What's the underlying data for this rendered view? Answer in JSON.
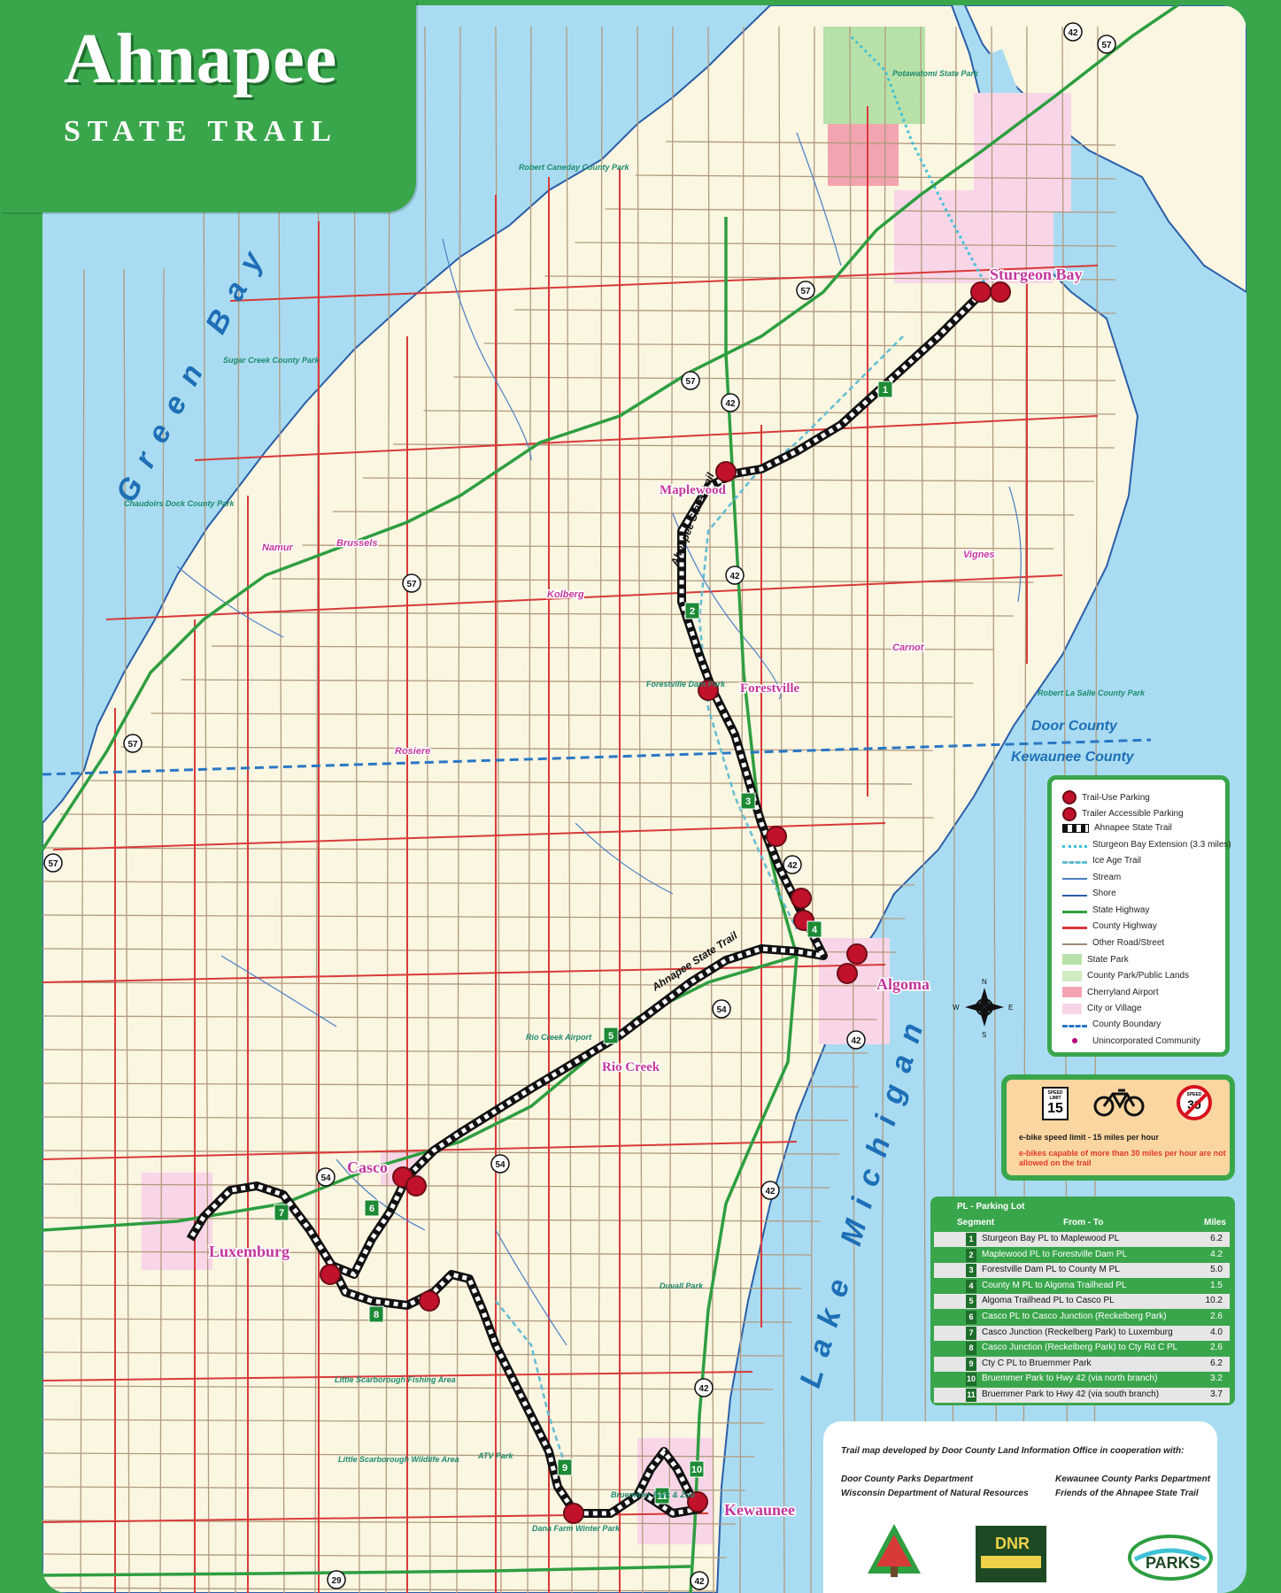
{
  "title": {
    "main": "Ahnapee",
    "sub": "STATE TRAIL"
  },
  "colors": {
    "frame_green": "#3aa64c",
    "water": "#a9dcf2",
    "land": "#faf6e1",
    "trail_black": "#111111",
    "state_hwy": "#2e9e40",
    "county_hwy": "#d83a3a",
    "town_label": "#c4379c",
    "water_label": "#1e6fb6",
    "parking_red": "#c2122b"
  },
  "water_labels": {
    "green_bay": "Green Bay",
    "lake_michigan": "Lake Michigan"
  },
  "towns": [
    {
      "name": "Sturgeon Bay",
      "size": "large"
    },
    {
      "name": "Maplewood",
      "size": "medium"
    },
    {
      "name": "Forestville",
      "size": "medium"
    },
    {
      "name": "Algoma",
      "size": "large"
    },
    {
      "name": "Rio Creek",
      "size": "medium"
    },
    {
      "name": "Casco",
      "size": "large"
    },
    {
      "name": "Luxemburg",
      "size": "large"
    },
    {
      "name": "Kewaunee",
      "size": "large"
    },
    {
      "name": "Brussels",
      "size": "small"
    },
    {
      "name": "Kolberg",
      "size": "small"
    },
    {
      "name": "Carnot",
      "size": "small"
    },
    {
      "name": "Vignes",
      "size": "small"
    },
    {
      "name": "Namur",
      "size": "small"
    },
    {
      "name": "Rosiere",
      "size": "small"
    }
  ],
  "county_labels": {
    "north": "Door County",
    "south": "Kewaunee County"
  },
  "trail_labels": [
    "Ahnapee State Trail",
    "Ahnapee State Trail"
  ],
  "park_labels": [
    "Potawatomi State Park",
    "Robert Caneday County Park",
    "Sugar Creek County Park",
    "Chaudoirs Dock County Park",
    "Forestville Dam Park",
    "Robert La Salle County Park",
    "Little Scarborough Fishing Area",
    "Little Scarborough Wildlife Area",
    "Rio Creek Airport",
    "ATV Park",
    "Duvall Park",
    "Bruemmer Park & Zoo",
    "Dana Farm Winter Park"
  ],
  "highway_shields": [
    "42",
    "57",
    "54",
    "29"
  ],
  "segment_markers": [
    "1",
    "2",
    "3",
    "4",
    "5",
    "6",
    "7",
    "8",
    "9",
    "10",
    "11"
  ],
  "legend": {
    "items": [
      {
        "symbol": "dot",
        "label": "Trail-Use Parking"
      },
      {
        "symbol": "dot",
        "label": "Trailer Accessible Parking"
      },
      {
        "symbol": "trail",
        "label": "Ahnapee State Trail"
      },
      {
        "symbol": "ext",
        "label": "Sturgeon Bay Extension (3.3 miles)"
      },
      {
        "symbol": "iceage",
        "label": "Ice Age Trail"
      },
      {
        "symbol": "stream",
        "label": "Stream"
      },
      {
        "symbol": "shore",
        "label": "Shore"
      },
      {
        "symbol": "shwy",
        "label": "State Highway"
      },
      {
        "symbol": "chwy",
        "label": "County Highway"
      },
      {
        "symbol": "road",
        "label": "Other Road/Street"
      },
      {
        "symbol": "park",
        "label": "State Park"
      },
      {
        "symbol": "lands",
        "label": "County Park/Public Lands"
      },
      {
        "symbol": "airport",
        "label": "Cherryland Airport"
      },
      {
        "symbol": "city",
        "label": "City or Village"
      },
      {
        "symbol": "boundary",
        "label": "County Boundary"
      },
      {
        "symbol": "uninc",
        "label": "Unincorporated Community"
      }
    ]
  },
  "speed": {
    "sign_label": "SPEED LIMIT",
    "sign_value": "15",
    "no_sign_label": "SPEED",
    "no_sign_value": "30",
    "line1": "e-bike speed limit - 15 miles per hour",
    "line2": "e-bikes capable of more than 30 miles per hour are not allowed on the trail"
  },
  "segments": {
    "caption": "PL - Parking Lot",
    "headers": {
      "segment": "Segment",
      "from_to": "From - To",
      "miles": "Miles"
    },
    "rows": [
      {
        "n": "1",
        "name": "Sturgeon Bay PL to Maplewood PL",
        "miles": "6.2"
      },
      {
        "n": "2",
        "name": "Maplewood PL to Forestville Dam PL",
        "miles": "4.2"
      },
      {
        "n": "3",
        "name": "Forestville Dam PL to County M PL",
        "miles": "5.0"
      },
      {
        "n": "4",
        "name": "County M PL to Algoma Trailhead PL",
        "miles": "1.5"
      },
      {
        "n": "5",
        "name": "Algoma Trailhead PL to Casco PL",
        "miles": "10.2"
      },
      {
        "n": "6",
        "name": "Casco PL to Casco Junction (Reckelberg Park)",
        "miles": "2.6"
      },
      {
        "n": "7",
        "name": "Casco Junction (Reckelberg Park) to Luxemburg",
        "miles": "4.0"
      },
      {
        "n": "8",
        "name": "Casco Junction (Reckelberg Park) to Cty Rd C PL",
        "miles": "2.6"
      },
      {
        "n": "9",
        "name": "Cty C PL to Bruemmer Park",
        "miles": "6.2"
      },
      {
        "n": "10",
        "name": "Bruemmer Park to Hwy 42 (via north branch)",
        "miles": "3.2"
      },
      {
        "n": "11",
        "name": "Bruemmer Park to Hwy 42 (via south branch)",
        "miles": "3.7"
      }
    ]
  },
  "credits": {
    "line": "Trail map developed by Door County Land Information Office in cooperation with:",
    "names": [
      "Door County Parks Department",
      "Wisconsin Department of Natural Resources",
      "Kewaunee County Parks Department",
      "Friends of the Ahnapee State Trail"
    ],
    "logo_parks": "PARKS",
    "logo_dnr": "DNR"
  },
  "compass": {
    "n": "N",
    "s": "S",
    "e": "E",
    "w": "W"
  }
}
